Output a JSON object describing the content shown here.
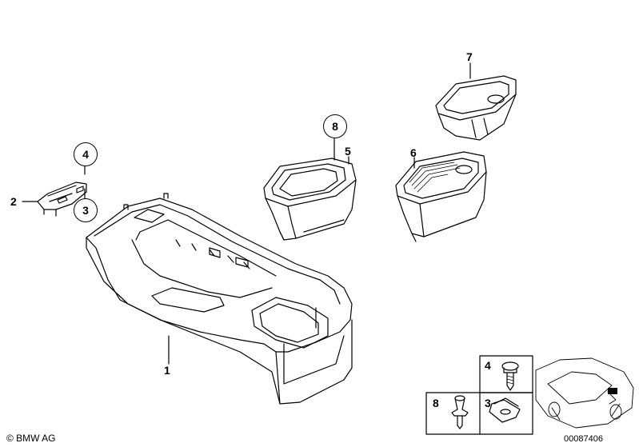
{
  "copyright": "© BMW AG",
  "diagram_ref": "00087406",
  "parts": {
    "p1": "1",
    "p2": "2",
    "p3": "3",
    "p4": "4",
    "p5": "5",
    "p6": "6",
    "p7": "7",
    "p8": "8"
  },
  "legend": {
    "item_4": "4",
    "item_8": "8",
    "item_3": "3"
  }
}
